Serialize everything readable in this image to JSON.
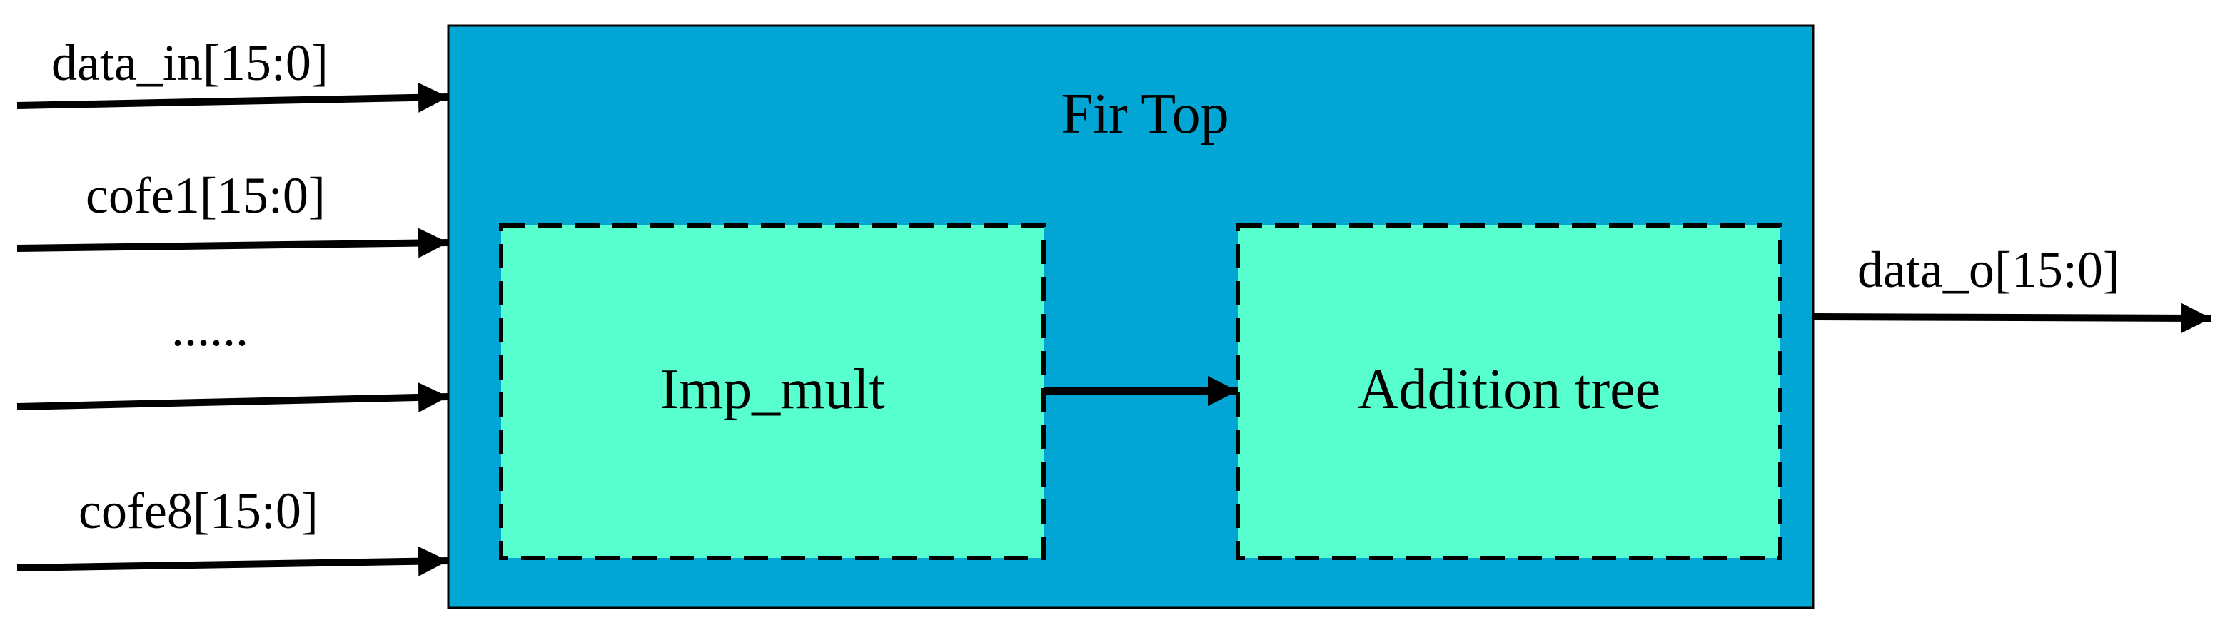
{
  "diagram": {
    "top_block": {
      "title": "Fir Top",
      "fill_color": "#02A6D4"
    },
    "sub_blocks": [
      {
        "label": "Imp_mult",
        "fill_color": "#57FFCE"
      },
      {
        "label": "Addition tree",
        "fill_color": "#57FFCE"
      }
    ],
    "inputs": [
      {
        "label": "data_in[15:0]"
      },
      {
        "label": "cofe1[15:0]"
      },
      {
        "label": "......"
      },
      {
        "label": ""
      },
      {
        "label": "cofe8[15:0]"
      }
    ],
    "output": {
      "label": "data_o[15:0]"
    },
    "line_color": "#000000"
  }
}
